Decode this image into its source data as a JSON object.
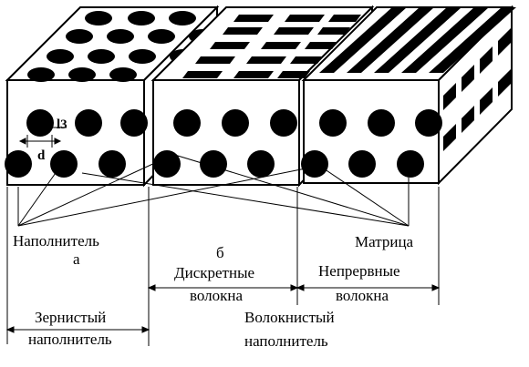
{
  "labels": {
    "filler_top": "Наполнитель",
    "filler_letter": "а",
    "letter_b": "б",
    "matrix": "Матрица",
    "discrete_1": "Дискретные",
    "discrete_2": "волокна",
    "continuous_1": "Непрервные",
    "continuous_2": "волокна",
    "granular_1": "Зернистый",
    "granular_2": "наполнитель",
    "fibrous_1": "Волокнистый",
    "fibrous_2": "наполнитель",
    "dim_d": "d",
    "dim_l3": "l3"
  },
  "colors": {
    "ink": "#000000",
    "paper": "#ffffff"
  }
}
